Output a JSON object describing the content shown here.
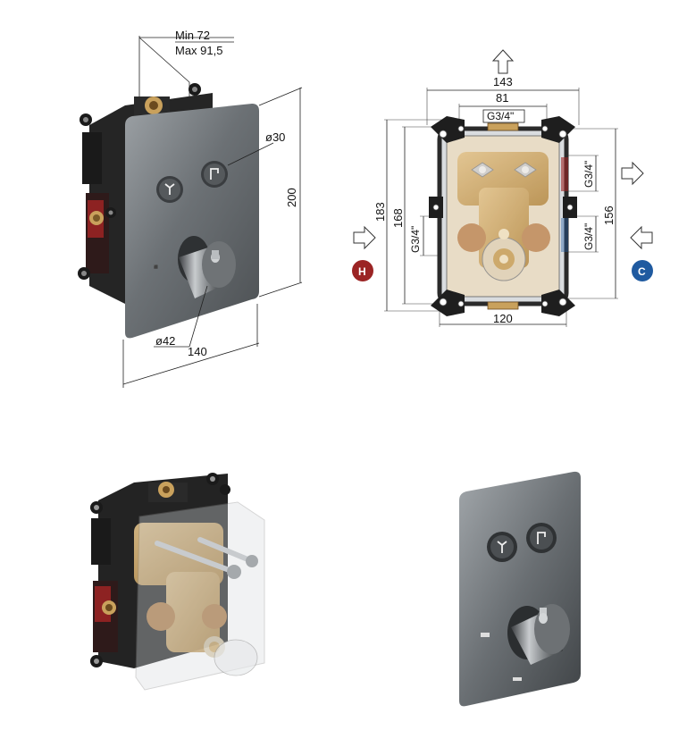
{
  "colors": {
    "hot": "#9b2424",
    "cold": "#1f5aa0",
    "brass": "#c9a15c",
    "plate": "#6f7478",
    "body": "#2a2a2a"
  },
  "top_left": {
    "depth_min": "Min 72",
    "depth_max": "Max 91,5",
    "button_diameter": "ø30",
    "height": "200",
    "knob_diameter": "ø42",
    "width": "140"
  },
  "top_right": {
    "outer_width": "143",
    "inner_width": "81",
    "top_thread": "G3/4\"",
    "height_outer": "183",
    "height_inner": "168",
    "left_thread": "G3/4\"",
    "right_top_thread": "G3/4\"",
    "right_bottom_thread": "G3/4\"",
    "right_height": "156",
    "bottom_width": "120",
    "hot_label": "H",
    "cold_label": "C"
  },
  "icons": {
    "arrow_up": "arrow-up-outline",
    "arrow_right": "arrow-right-outline",
    "arrow_left": "arrow-left-outline",
    "hand_shower": "hand-shower-icon",
    "head_shower": "head-shower-icon"
  }
}
